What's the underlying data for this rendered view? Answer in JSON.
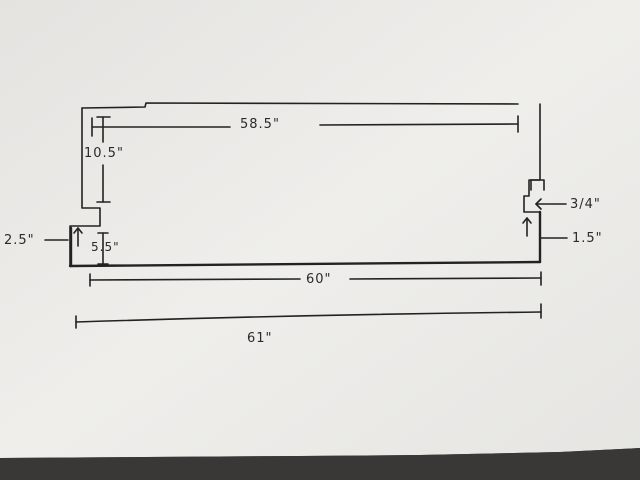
{
  "sketch": {
    "dimensions": {
      "top_length": "58.5\"",
      "left_height": "10.5\"",
      "notch_height": "2.5\"",
      "lower_height": "5.5\"",
      "bottom_length": "60\"",
      "overall_length": "61\"",
      "slot_depth": "3/4\"",
      "slot_height": "1.5\""
    },
    "colors": {
      "paper": "#ecebe8",
      "ink": "#222222",
      "desk": "#3a3836"
    }
  }
}
